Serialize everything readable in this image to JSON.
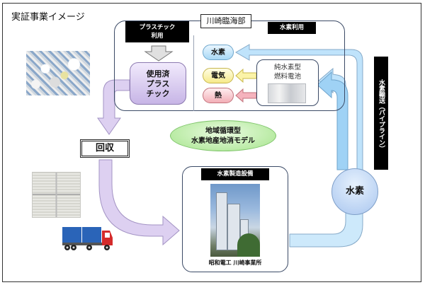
{
  "title": "実証事業イメージ",
  "region": {
    "label": "川崎臨海部",
    "plastic_use_label": "プラスチック\n利用",
    "hydrogen_use_label": "水素利用",
    "used_plastic": "使用済\nプラス\nチック",
    "outputs": [
      {
        "label": "水素",
        "color": "#a8d8f5"
      },
      {
        "label": "電気",
        "color": "#f6ea8a"
      },
      {
        "label": "熱",
        "color": "#f2aeb6"
      }
    ],
    "fuel_cell": "純水素型\n燃料電池"
  },
  "collection_label": "回収",
  "model_label": "地域循環型\n水素地産地消モデル",
  "factory": {
    "label": "水素製造設備",
    "caption": "昭和電工 川崎事業所"
  },
  "pipeline_label": "水素輸送（パイプライン）",
  "hydrogen_node": "水素",
  "images": {
    "waste_photo": "plastic-waste-photo",
    "bales_photo": "plastic-bales-photo",
    "truck": "truck-illustration",
    "plant_photo": "hydrogen-plant-photo"
  },
  "colors": {
    "purple_flow": "#d9ccef",
    "blue_flow": "#bfe3fb",
    "accent_blue": "#7fb8e8"
  }
}
